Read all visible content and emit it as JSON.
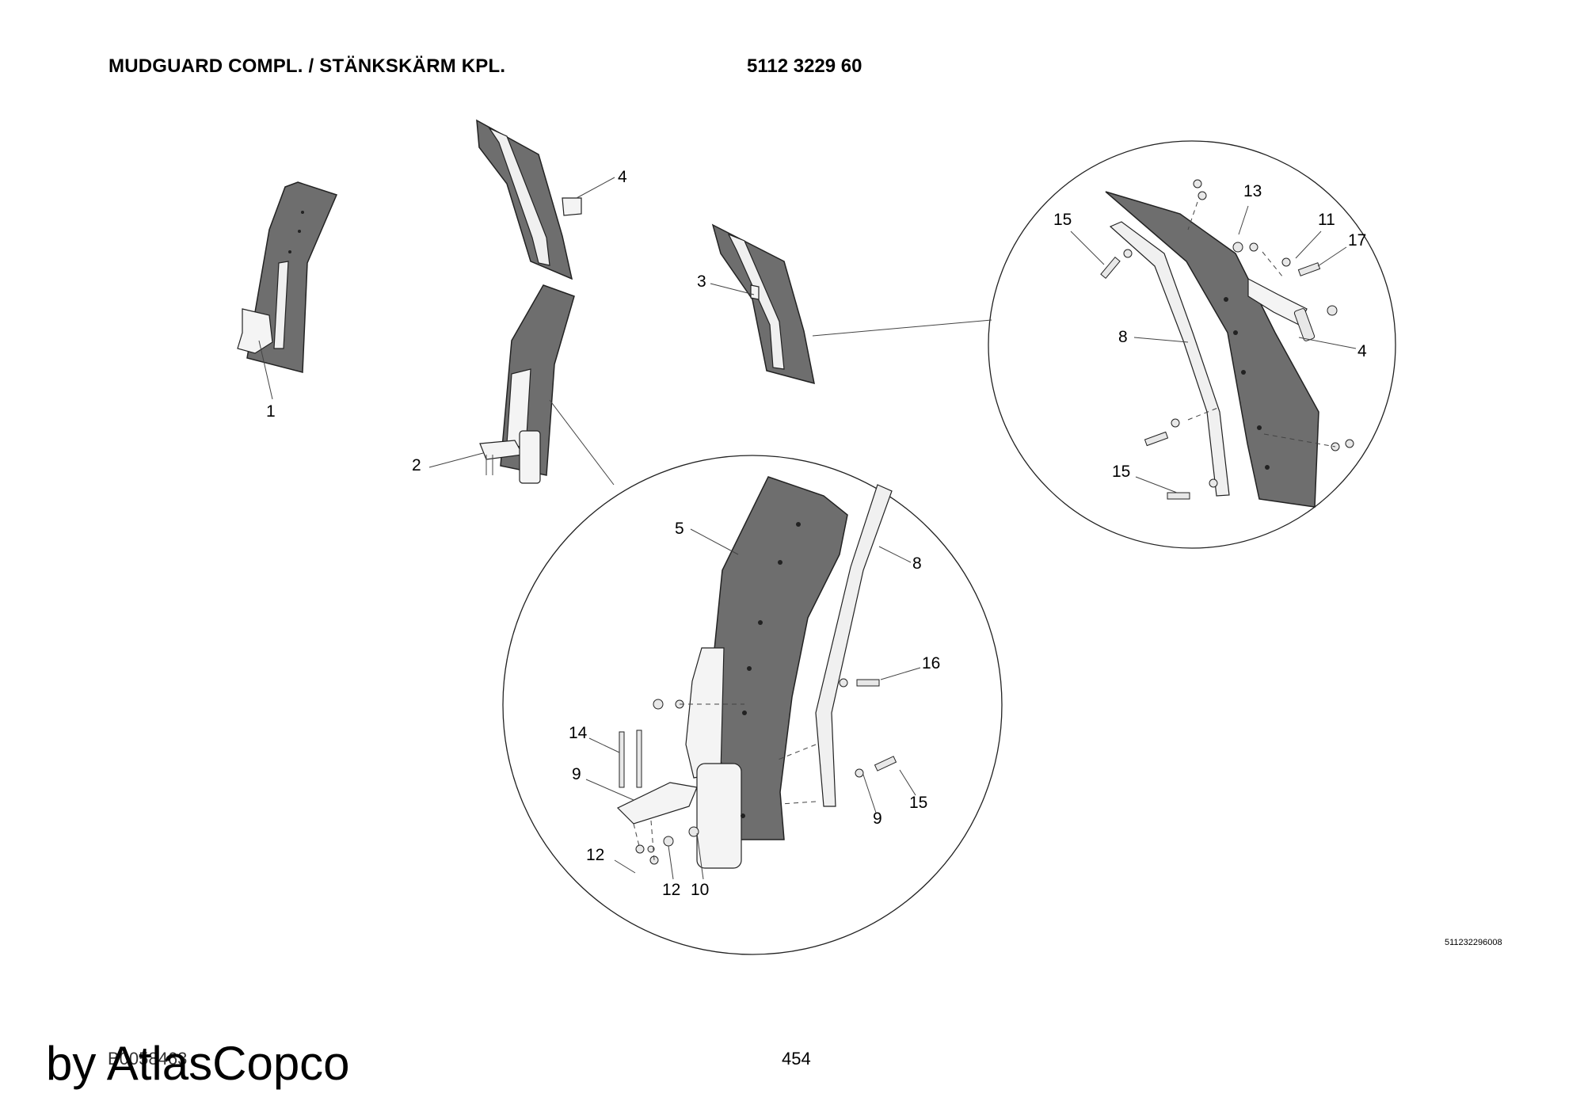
{
  "header": {
    "title": "MUDGUARD COMPL. / STÄNKSKÄRM KPL.",
    "part_number": "5112 3229 60"
  },
  "diagram": {
    "callouts": [
      {
        "id": "c1",
        "label": "1"
      },
      {
        "id": "c2",
        "label": "2"
      },
      {
        "id": "c3",
        "label": "3"
      },
      {
        "id": "c4a",
        "label": "4"
      },
      {
        "id": "c13",
        "label": "13"
      },
      {
        "id": "c15a",
        "label": "15"
      },
      {
        "id": "c11",
        "label": "11"
      },
      {
        "id": "c17",
        "label": "17"
      },
      {
        "id": "c8a",
        "label": "8"
      },
      {
        "id": "c4b",
        "label": "4"
      },
      {
        "id": "c15b",
        "label": "15"
      },
      {
        "id": "c5",
        "label": "5"
      },
      {
        "id": "c8b",
        "label": "8"
      },
      {
        "id": "c16",
        "label": "16"
      },
      {
        "id": "c14",
        "label": "14"
      },
      {
        "id": "c9a",
        "label": "9"
      },
      {
        "id": "c9b",
        "label": "9"
      },
      {
        "id": "c15c",
        "label": "15"
      },
      {
        "id": "c12a",
        "label": "12"
      },
      {
        "id": "c12b",
        "label": "12"
      },
      {
        "id": "c10",
        "label": "10"
      }
    ]
  },
  "footer": {
    "drawing_number": "511232296008",
    "doc_id": "B0058463",
    "page_number": "454",
    "watermark": "by AtlasCopco"
  }
}
